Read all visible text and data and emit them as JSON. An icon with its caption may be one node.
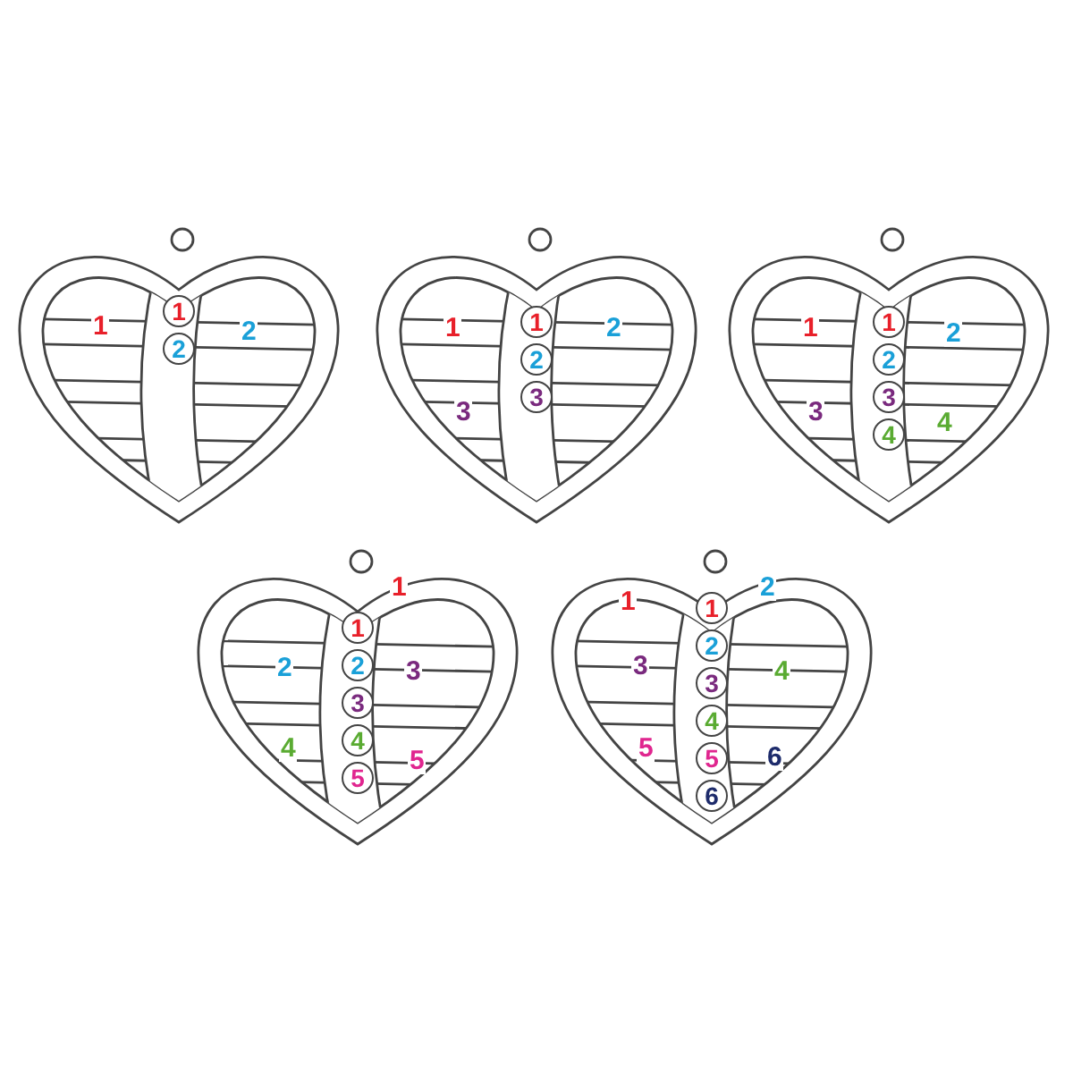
{
  "diagram": {
    "nodes": [
      {
        "text": [],
        "shape": "heart"
      },
      {
        "text": [
          "1"
        ],
        "in": 0
      },
      {
        "text": [
          "2"
        ],
        "in": 0
      },
      {
        "text": [],
        "shape": "heart"
      },
      {
        "text": [
          "1"
        ],
        "in": 3
      },
      {
        "text": [
          "2"
        ],
        "in": 3
      },
      {
        "text": [
          "3"
        ],
        "in": 3
      },
      {
        "text": [],
        "shape": "heart"
      },
      {
        "text": [
          "1"
        ],
        "in": 7
      },
      {
        "text": [
          "2"
        ],
        "in": 7
      },
      {
        "text": [
          "3"
        ],
        "in": 7
      },
      {
        "text": [
          "4"
        ],
        "in": 7
      },
      {
        "text": [],
        "shape": "heart"
      },
      {
        "text": [
          "1"
        ],
        "in": 12
      },
      {
        "text": [
          "2"
        ],
        "in": 12
      },
      {
        "text": [
          "3"
        ],
        "in": 12
      },
      {
        "text": [
          "4"
        ],
        "in": 12
      },
      {
        "text": [
          "5"
        ],
        "in": 12
      },
      {
        "text": [],
        "shape": "heart"
      },
      {
        "text": [
          "1"
        ],
        "in": 18
      },
      {
        "text": [
          "2"
        ],
        "in": 18
      },
      {
        "text": [
          "3"
        ],
        "in": 18
      },
      {
        "text": [
          "4"
        ],
        "in": 18
      },
      {
        "text": [
          "5"
        ],
        "in": 18
      },
      {
        "text": [
          "6"
        ],
        "in": 18
      }
    ],
    "labels": [
      "1",
      "2",
      "1",
      "2",
      "3",
      "1",
      "2",
      "3",
      "4",
      "1",
      "2",
      "3",
      "4",
      "5",
      "1",
      "2",
      "3",
      "4",
      "5",
      "6"
    ]
  }
}
